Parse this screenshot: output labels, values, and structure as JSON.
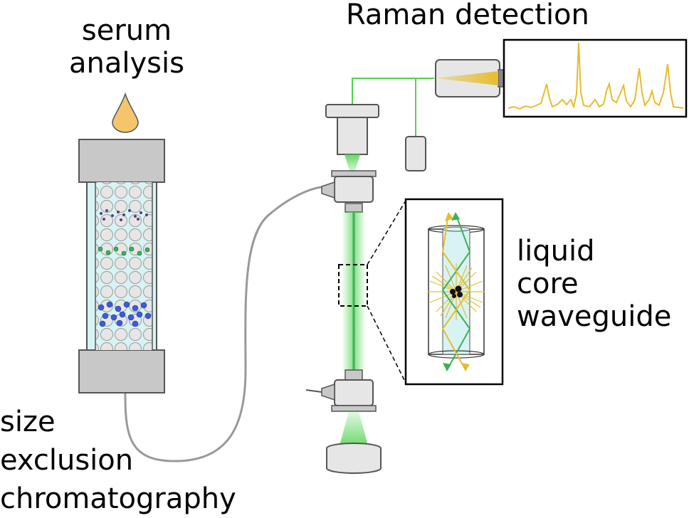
{
  "labels": {
    "serum_line1": "serum",
    "serum_line2": "analysis",
    "raman": "Raman detection",
    "lcw_line1": "liquid",
    "lcw_line2": "core",
    "lcw_line3": "waveguide",
    "sec_line1": "size",
    "sec_line2": "exclusion",
    "sec_line3": "chromatography"
  },
  "colors": {
    "grey_fill": "#c8c8c8",
    "light_grey": "#e6e6e6",
    "laser_green": "#52d452",
    "raman_yellow": "#e6bd2e",
    "drop_fill": "#f3c66b",
    "column_liquid": "#d8f3f3",
    "purple_particles": "#5b3d7a",
    "green_particles": "#3bb15a",
    "blue_particles": "#3d5bd6",
    "fiber": "#999999"
  },
  "icons": [
    "drop-icon",
    "column-icon",
    "spectrometer-icon",
    "objective-icon",
    "detector-icon",
    "waveguide-icon",
    "laser-icon"
  ]
}
